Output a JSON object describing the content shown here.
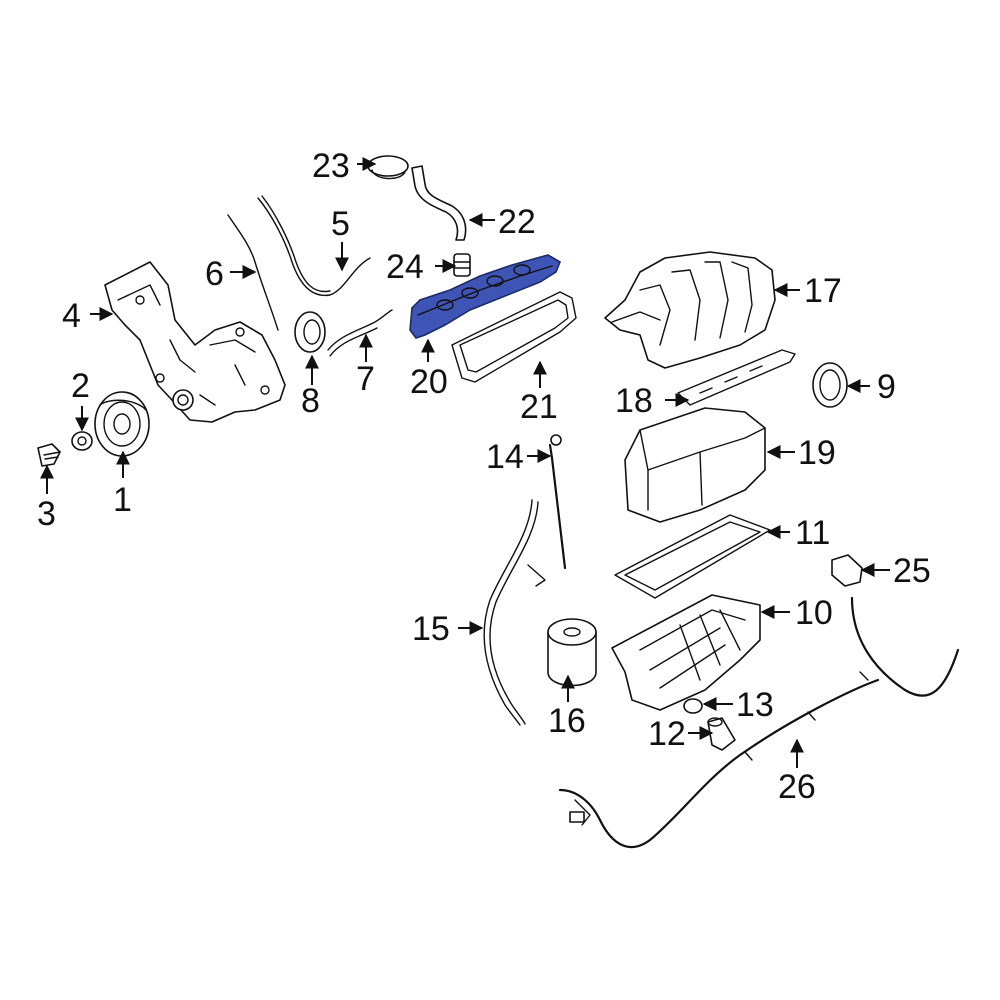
{
  "highlight_color": "#3f55b5",
  "parts": [
    {
      "id": "1",
      "label": "1"
    },
    {
      "id": "2",
      "label": "2"
    },
    {
      "id": "3",
      "label": "3"
    },
    {
      "id": "4",
      "label": "4"
    },
    {
      "id": "5",
      "label": "5"
    },
    {
      "id": "6",
      "label": "6"
    },
    {
      "id": "7",
      "label": "7"
    },
    {
      "id": "8",
      "label": "8"
    },
    {
      "id": "9",
      "label": "9"
    },
    {
      "id": "10",
      "label": "10"
    },
    {
      "id": "11",
      "label": "11"
    },
    {
      "id": "12",
      "label": "12"
    },
    {
      "id": "13",
      "label": "13"
    },
    {
      "id": "14",
      "label": "14"
    },
    {
      "id": "15",
      "label": "15"
    },
    {
      "id": "16",
      "label": "16"
    },
    {
      "id": "17",
      "label": "17"
    },
    {
      "id": "18",
      "label": "18"
    },
    {
      "id": "19",
      "label": "19"
    },
    {
      "id": "20",
      "label": "20"
    },
    {
      "id": "21",
      "label": "21"
    },
    {
      "id": "22",
      "label": "22"
    },
    {
      "id": "23",
      "label": "23"
    },
    {
      "id": "24",
      "label": "24"
    },
    {
      "id": "25",
      "label": "25"
    },
    {
      "id": "26",
      "label": "26"
    }
  ],
  "highlighted_part": "20"
}
